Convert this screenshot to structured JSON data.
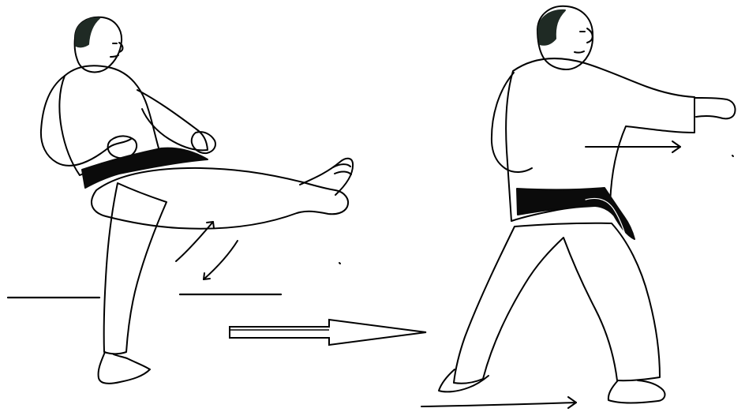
{
  "image": {
    "type": "line-drawing-illustration",
    "background": "#ffffff",
    "ink_color": "#000000",
    "hair_color": "#1f2a24",
    "belt_color": "#0b0b0b"
  },
  "figures": [
    {
      "id": "left-figure",
      "pose": "front-kick",
      "uniform": "karate-gi",
      "belt": "black-belt"
    },
    {
      "id": "right-figure",
      "pose": "front-stance-punch",
      "uniform": "karate-gi",
      "belt": "black-belt"
    }
  ],
  "annotations": {
    "transition_arrow": "hollow-right-arrow",
    "kick_motion_arrows": "curved-double-arrows",
    "punch_direction_arrow": "thin-right-arrow",
    "ground_direction_arrow": "thin-right-arrow",
    "ground_lines": "left-ground-lines"
  }
}
